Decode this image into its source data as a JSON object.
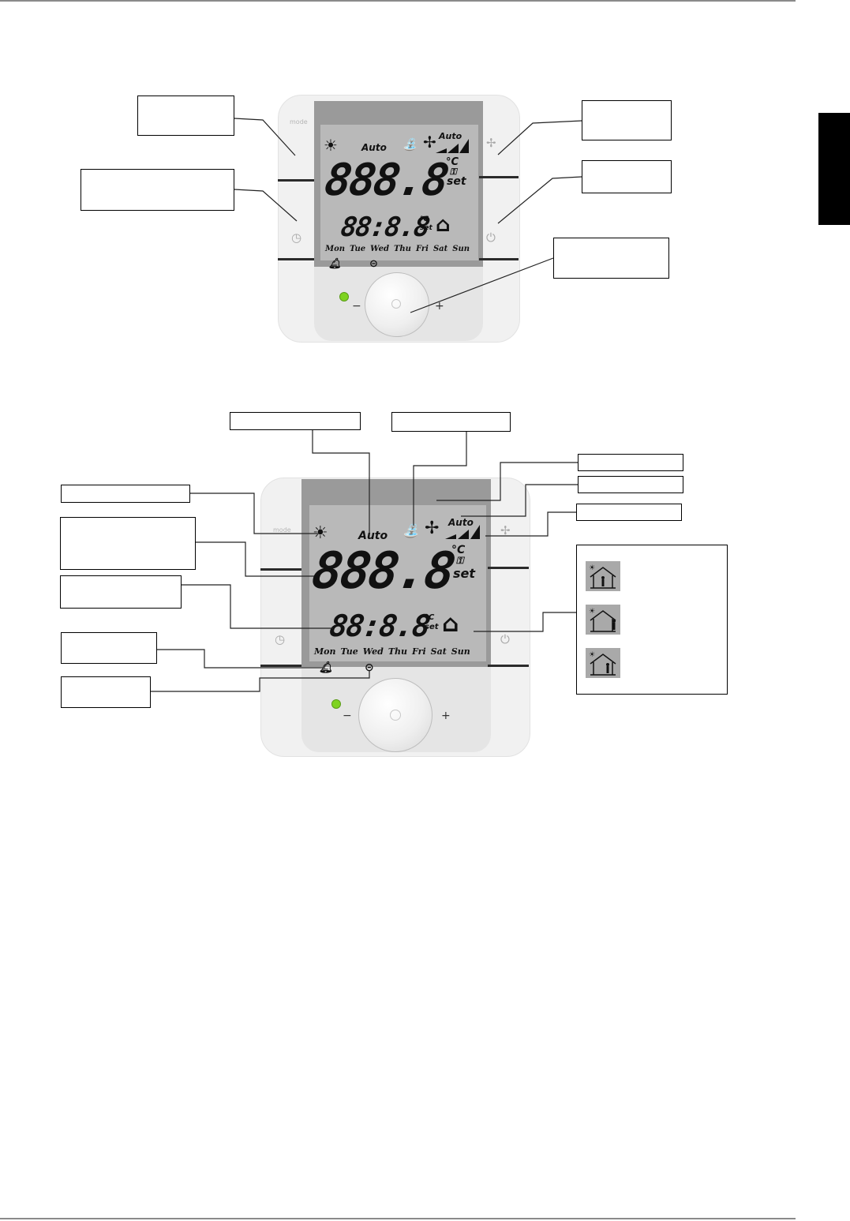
{
  "lcd": {
    "auto_mode": "Auto",
    "auto_fan": "Auto",
    "main_digits": "888.8",
    "small_digits": "88:8.8",
    "unit": "°C",
    "set_label": "set",
    "small_unit": "°C",
    "small_set": "set",
    "days": [
      "Mon",
      "Tue",
      "Wed",
      "Thu",
      "Fri",
      "Sat",
      "Sun"
    ]
  },
  "buttons": {
    "mode_label": "mode",
    "minus": "−",
    "plus": "+"
  },
  "colors": {
    "lcd_background": "#b9b9b9",
    "led": "#7ed321",
    "device_body": "#f1f1f1"
  },
  "icons": {
    "top_left": "sun-icon",
    "tap": "tap-icon",
    "fan": "fan-icon",
    "fan_speed": "fan-speed-bars-icon",
    "key": "key-lock-icon",
    "house": "house-person-icon",
    "bell": "bell-icon",
    "clock_button": "clock-icon",
    "power_button": "power-icon",
    "fan_button": "fan-button-icon",
    "valve": "valve-icon"
  },
  "presence_modes": [
    "home-present-icon",
    "home-leaving-icon",
    "home-away-icon"
  ]
}
